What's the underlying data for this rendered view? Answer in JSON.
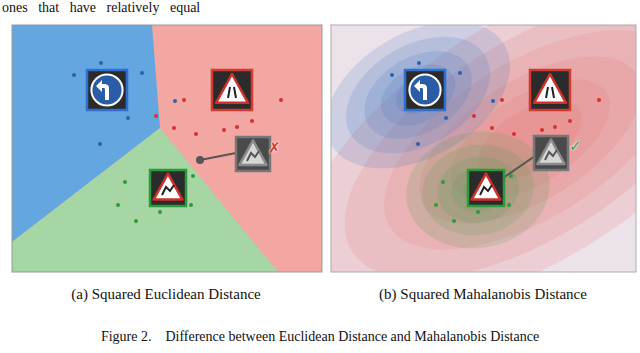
{
  "diagram": {
    "caption": "Figure 2.    Difference between Euclidean Distance and Mahalanobis Distance",
    "labels": [
      "ones that have relatively equal",
      "✗",
      "✓",
      "(a) Squared Euclidean Distance",
      "(b) Squared Mahalanobis Distance"
    ]
  }
}
